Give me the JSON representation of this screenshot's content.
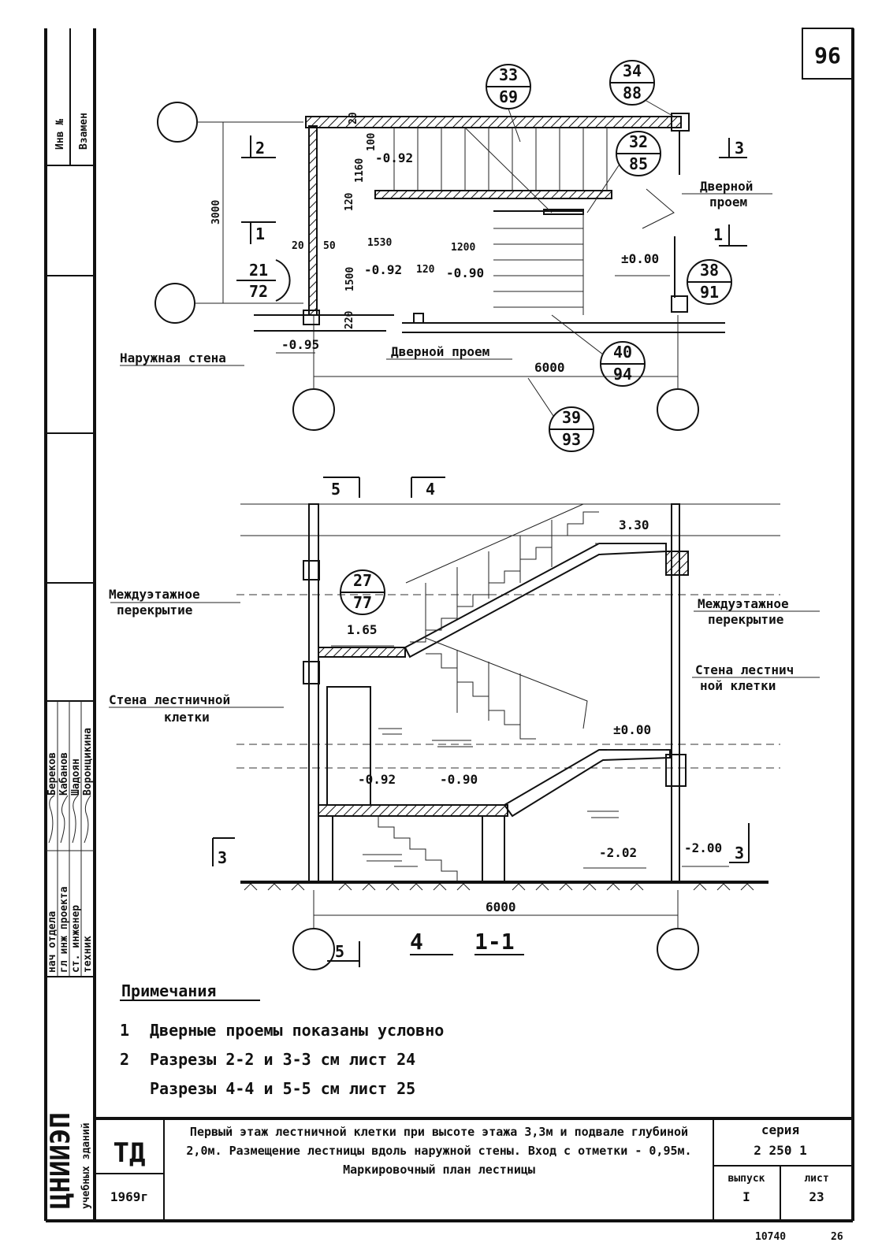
{
  "sheet_number": "96",
  "plan": {
    "callouts": [
      {
        "top": "33",
        "bottom": "69"
      },
      {
        "top": "34",
        "bottom": "88"
      },
      {
        "top": "32",
        "bottom": "85"
      },
      {
        "top": "38",
        "bottom": "91"
      },
      {
        "top": "40",
        "bottom": "94"
      },
      {
        "top": "39",
        "bottom": "93"
      },
      {
        "top": "21",
        "bottom": "72"
      }
    ],
    "section_marks": [
      "2",
      "1",
      "3",
      "1"
    ],
    "dims": {
      "d3000": "3000",
      "d20": "20",
      "d50": "50",
      "d1530": "1530",
      "d1200": "1200",
      "d120a": "120",
      "d120b": "120",
      "d1160": "1160",
      "d100": "100",
      "d1500": "1500",
      "d220": "220",
      "d20b": "20",
      "d6000": "6000"
    },
    "levels": {
      "l1": "-0.92",
      "l2": "-0.92",
      "l3": "-0.90",
      "l4": "±0.00",
      "l5": "-0.95"
    },
    "labels": {
      "outer_wall": "Наружная стена",
      "door_open": "Дверной проем",
      "door_open2_a": "Дверной",
      "door_open2_b": "проем"
    }
  },
  "section": {
    "callout": {
      "top": "27",
      "bottom": "77"
    },
    "section_marks": [
      "5",
      "4",
      "3",
      "3",
      "5"
    ],
    "levels": {
      "l330": "3.30",
      "l165": "1.65",
      "l000": "±0.00",
      "l092": "-0.92",
      "l090": "-0.90",
      "l202": "-2.02",
      "l200": "-2.00"
    },
    "dim_6000": "6000",
    "cut_label_mark": "4",
    "cut_label": "1-1",
    "labels": {
      "floor_slab_left_a": "Междуэтажное",
      "floor_slab_left_b": "перекрытие",
      "floor_slab_right_a": "Междуэтажное",
      "floor_slab_right_b": "перекрытие",
      "wall_left_a": "Стена лестничной",
      "wall_left_b": "клетки",
      "wall_right_a": "Стена лестнич",
      "wall_right_b": "ной клетки"
    }
  },
  "notes": {
    "title": "Примечания",
    "items": [
      {
        "num": "1",
        "text": "Дверные проемы показаны условно"
      },
      {
        "num": "2",
        "text": "Разрезы 2-2 и 3-3 см лист 24"
      },
      {
        "num": "",
        "text": "Разрезы 4-4 и 5-5 см лист 25"
      }
    ]
  },
  "side_stamp": {
    "org": "ЦНИИЭП",
    "org_sub": "учебных зданий",
    "rows": [
      {
        "role": "нач отдела",
        "name": "Береков"
      },
      {
        "role": "гл инж проекта",
        "name": "Кабанов"
      },
      {
        "role": "ст. инженер",
        "name": "Шадоян"
      },
      {
        "role": "техник",
        "name": "Воронцикина"
      }
    ],
    "top_cells": [
      "Инв №",
      "Взамен"
    ]
  },
  "title_block": {
    "td": "ТД",
    "year": "1969г",
    "description": "Первый этаж лестничной клетки при высоте этажа 3,3м и подвале глубиной 2,0м. Размещение лестницы вдоль наружной стены. Вход с отметки - 0,95м. Маркировочный план лестницы",
    "series_label": "серия",
    "series_value": "2 250 1",
    "issue_label": "выпуск",
    "issue_value": "I",
    "sheet_label": "лист",
    "sheet_value": "23"
  },
  "footer": {
    "code": "10740",
    "page": "26"
  }
}
